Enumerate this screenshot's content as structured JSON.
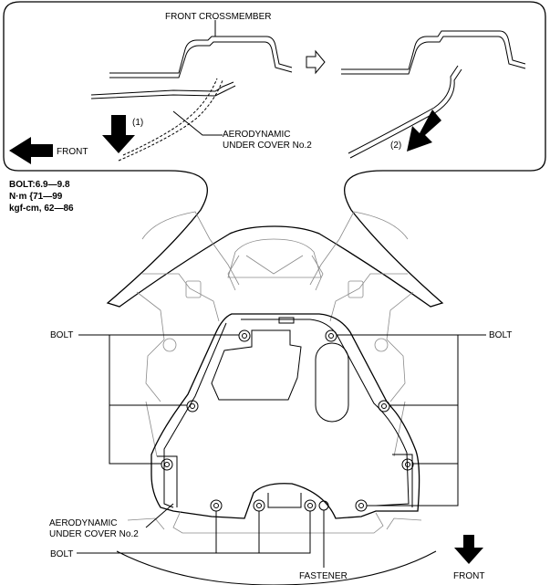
{
  "labels": {
    "front_crossmember": "FRONT CROSSMEMBER",
    "aero_cover_line1": "AERODYNAMIC",
    "aero_cover_line2": "UNDER COVER No.2",
    "front_inset": "FRONT",
    "step1": "(1)",
    "step2": "(2)",
    "torque_line1": "BOLT:6.9—9.8",
    "torque_line2": "N·m {71—99",
    "torque_line3": "kgf-cm, 62—86",
    "bolt_left": "BOLT",
    "bolt_right": "BOLT",
    "bolt_bottom": "BOLT",
    "bottom_aero_line1": "AERODYNAMIC",
    "bottom_aero_line2": "UNDER COVER No.2",
    "fastener": "FASTENER",
    "front_bottom": "FRONT"
  },
  "icons": [
    "arrow-left-icon",
    "arrow-down-icon",
    "arrow-right-hollow-icon"
  ],
  "colors": {
    "line": "#000000",
    "background_lines": "#8a8a8a"
  }
}
